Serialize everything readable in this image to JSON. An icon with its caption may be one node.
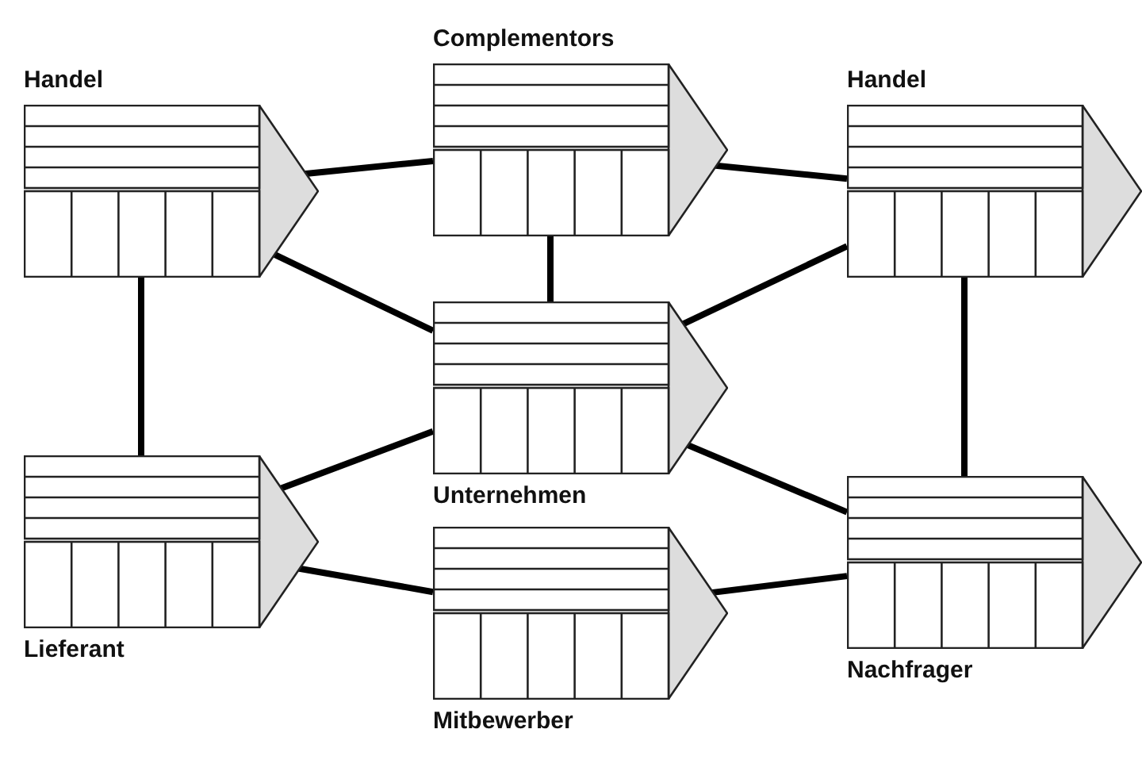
{
  "diagram": {
    "nodes": [
      {
        "text": [
          "Handel"
        ]
      },
      {
        "text": [
          "Complementors"
        ]
      },
      {
        "text": [
          "Handel"
        ]
      },
      {
        "text": [
          "Unternehmen"
        ]
      },
      {
        "text": [
          "Lieferant"
        ]
      },
      {
        "text": [
          "Nachfrager"
        ]
      },
      {
        "text": [
          "Mitbewerber"
        ]
      }
    ],
    "edges": [
      {
        "from": 0,
        "to": 1,
        "arrow": "none"
      },
      {
        "from": 1,
        "to": 2,
        "arrow": "none"
      },
      {
        "from": 0,
        "to": 3,
        "arrow": "none"
      },
      {
        "from": 1,
        "to": 3,
        "arrow": "none"
      },
      {
        "from": 2,
        "to": 3,
        "arrow": "none"
      },
      {
        "from": 0,
        "to": 4,
        "arrow": "none"
      },
      {
        "from": 2,
        "to": 5,
        "arrow": "none"
      },
      {
        "from": 3,
        "to": 4,
        "arrow": "none"
      },
      {
        "from": 3,
        "to": 5,
        "arrow": "none"
      },
      {
        "from": 4,
        "to": 6,
        "arrow": "none"
      },
      {
        "from": 6,
        "to": 5,
        "arrow": "none"
      }
    ]
  }
}
